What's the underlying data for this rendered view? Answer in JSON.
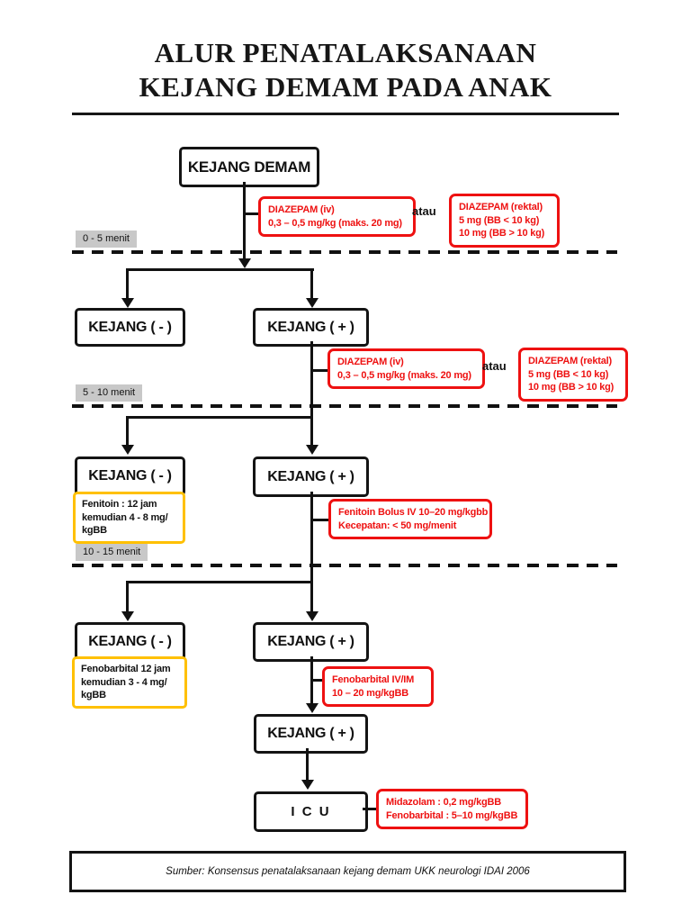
{
  "title": {
    "line1": "ALUR PENATALAKSANAAN",
    "line2": "KEJANG DEMAM PADA ANAK"
  },
  "nodes": {
    "start": "KEJANG DEMAM",
    "seizure_negative": "KEJANG ( - )",
    "seizure_positive": "KEJANG ( + )",
    "icu": "I C U"
  },
  "time_labels": {
    "stage1": "0 - 5 menit",
    "stage2": "5 - 10 menit",
    "stage3": "10 - 15 menit"
  },
  "labels": {
    "or": "atau"
  },
  "treatments": {
    "diazepam_iv": {
      "line1": "DIAZEPAM (iv)",
      "line2": "0,3 – 0,5 mg/kg (maks. 20 mg)"
    },
    "diazepam_rectal": {
      "line1": "DIAZEPAM (rektal)",
      "line2": "5 mg (BB < 10 kg)",
      "line3": "10 mg (BB > 10 kg)"
    },
    "fenitoin_maintenance": {
      "line1": "Fenitoin : 12 jam",
      "line2": "kemudian 4 - 8 mg/",
      "line3": "kgBB"
    },
    "fenitoin_bolus": {
      "line1": "Fenitoin Bolus IV 10–20 mg/kgbb",
      "line2": "Kecepatan: < 50 mg/menit"
    },
    "fenobarbital_maintenance": {
      "line1": "Fenobarbital 12 jam",
      "line2": "kemudian 3 - 4 mg/",
      "line3": "kgBB"
    },
    "fenobarbital_iv": {
      "line1": "Fenobarbital IV/IM",
      "line2": "10 – 20 mg/kgBB"
    },
    "icu_drugs": {
      "line1": "Midazolam : 0,2 mg/kgBB",
      "line2": "Fenobarbital : 5–10 mg/kgBB"
    }
  },
  "footer": {
    "source": "Sumber: Konsensus penatalaksanaan kejang demam UKK neurologi IDAI 2006"
  },
  "colors": {
    "red": "#ee1111",
    "yellow": "#ffc000",
    "gray_label_bg": "#c8c8c8",
    "line": "#111111"
  }
}
